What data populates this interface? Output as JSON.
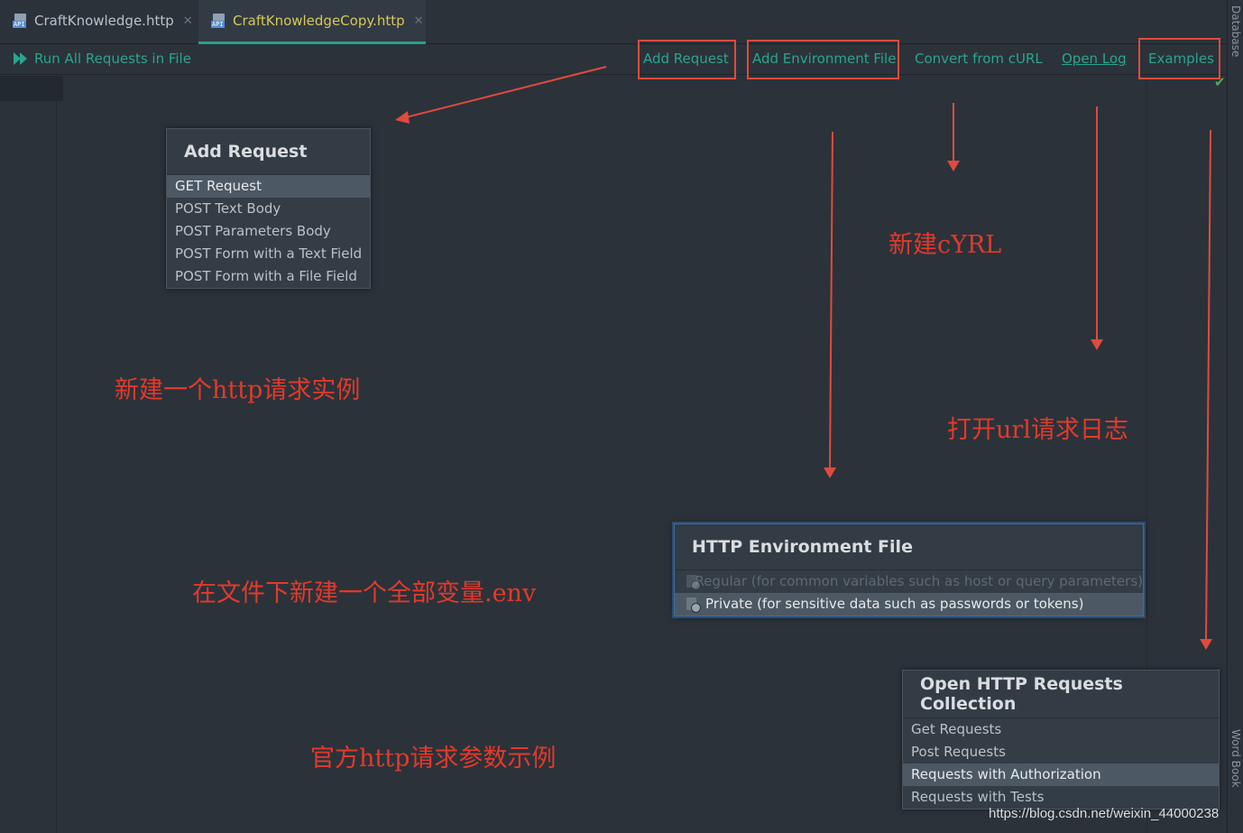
{
  "tabs": [
    {
      "label": "CraftKnowledge.http",
      "active": false
    },
    {
      "label": "CraftKnowledgeCopy.http",
      "active": true
    }
  ],
  "toolbar": {
    "run_all": "Run All Requests in File",
    "add_request": "Add Request",
    "add_env_file": "Add Environment File",
    "convert_curl": "Convert from cURL",
    "open_log": "Open Log",
    "examples": "Examples"
  },
  "icons": {
    "api_file": "api-file-icon",
    "close": "close-icon",
    "run": "double-play-icon",
    "env_file": "env-file-icon",
    "check": "check-icon"
  },
  "sidebar": {
    "database": "Database",
    "word_book": "Word Book"
  },
  "add_request_popup": {
    "title": "Add Request",
    "items": [
      "GET Request",
      "POST Text Body",
      "POST Parameters Body",
      "POST Form with a Text Field",
      "POST Form with a File Field"
    ]
  },
  "env_popup": {
    "title": "HTTP Environment File",
    "items": [
      "Regular (for common variables such as host or query parameters)",
      "Private (for sensitive data such as passwords or tokens)"
    ]
  },
  "examples_popup": {
    "title": "Open HTTP Requests Collection",
    "items": [
      "Get Requests",
      "Post Requests",
      "Requests with Authorization",
      "Requests with Tests"
    ]
  },
  "annotations": {
    "new_request": "新建一个http请求实例",
    "new_curl": "新建cYRL",
    "open_log": "打开url请求日志",
    "new_env": "在文件下新建一个全部变量.env",
    "examples": "官方http请求参数示例"
  },
  "watermark": "https://blog.csdn.net/weixin_44000238",
  "colors": {
    "background": "#2b323a",
    "accent": "#2aa58f",
    "annotation_red": "#e04b3c",
    "selection": "#4c5864"
  }
}
